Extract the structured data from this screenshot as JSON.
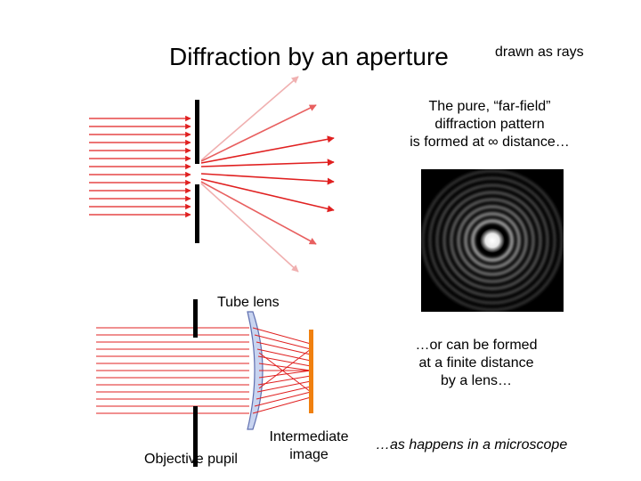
{
  "title": "Diffraction by an aperture",
  "subtitle": "drawn as rays",
  "far_field_caption": [
    "The pure, “far-field”",
    "diffraction pattern",
    "is formed at ∞ distance…"
  ],
  "finite_caption": [
    "…or can be formed",
    "at a finite distance",
    "by a lens…"
  ],
  "tube_lens_label": "Tube lens",
  "intermediate_image_label": [
    "Intermediate",
    "image"
  ],
  "objective_pupil_label": "Objective pupil",
  "microscope_note": "…as happens in a microscope",
  "colors": {
    "ray": "#e02020",
    "faint_ray": "#f0b0b0",
    "aperture": "#000000",
    "lens_fill": "#c8d4f0",
    "lens_stroke": "#6070b0",
    "image_plane": "#f08010",
    "pattern_background": "#000000"
  }
}
